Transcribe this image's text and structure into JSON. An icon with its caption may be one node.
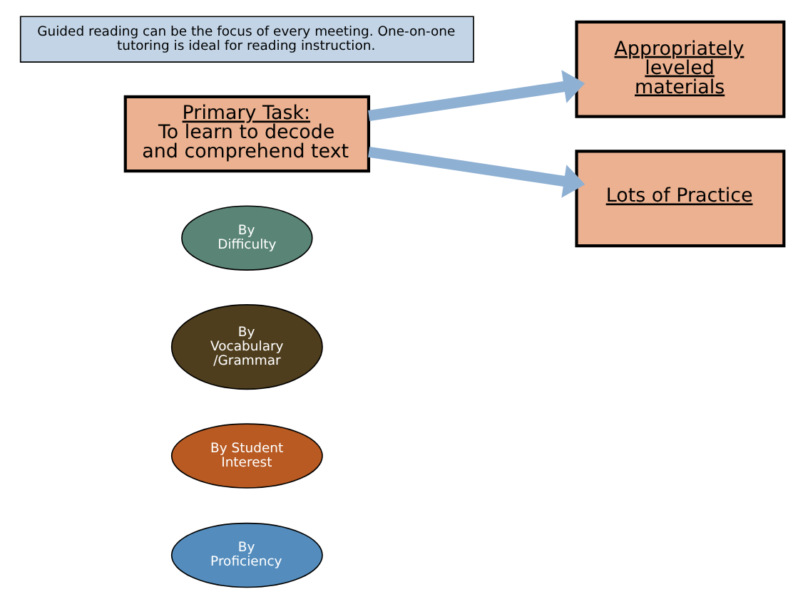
{
  "diagram": {
    "nodes": [
      {
        "text": [
          "By Proficiency"
        ]
      },
      {
        "text": [
          "By Student Interest"
        ]
      },
      {
        "text": [
          "By Vocabulary /Grammar"
        ]
      },
      {
        "text": [
          "By Difficulty"
        ]
      },
      {
        "text": [
          "Primary Task:",
          "To learn to decode and comprehend text"
        ]
      },
      {
        "text": [
          "Appropriately leveled materials"
        ]
      },
      {
        "text": [
          "Lots of Practice"
        ]
      },
      {
        "text": [
          "Guided reading can be the focus of every meeting. One-on-one tutoring is ideal for reading instruction."
        ]
      }
    ],
    "edges": [
      {
        "from": 4,
        "to": 5,
        "arrow": "to"
      },
      {
        "from": 4,
        "to": 6,
        "arrow": "to"
      }
    ]
  }
}
